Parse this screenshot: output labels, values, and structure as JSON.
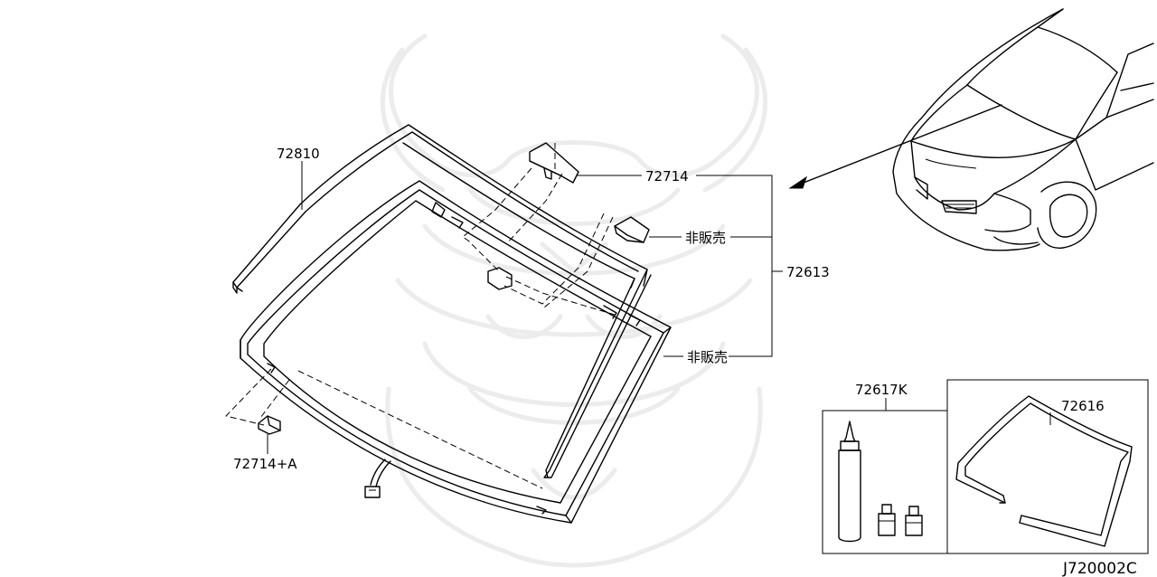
{
  "parts": {
    "moulding": "72810",
    "bracket": "72714",
    "sensor_cover_a": "非販売",
    "windshield_assy": "72613",
    "windshield_glass": "非販売",
    "bracket_a": "72714+A",
    "sealant_kit": "72617K",
    "dam_rubber": "72616"
  },
  "diagram_code": "J720002C",
  "icons": {
    "watermark": "samurai-helmet-watermark",
    "vehicle": "car-front-quarter-view"
  }
}
